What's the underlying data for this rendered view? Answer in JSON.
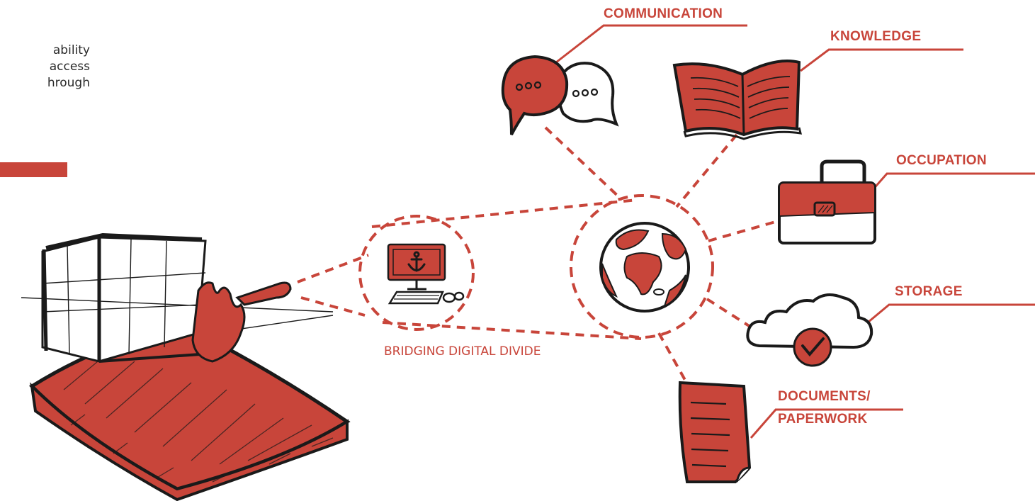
{
  "intro": {
    "lines": [
      "ability",
      "access",
      "hrough"
    ]
  },
  "center_label": "BRIDGING DIGITAL DIVIDE",
  "topics": {
    "communication": "COMMUNICATION",
    "knowledge": "KNOWLEDGE",
    "occupation": "OCCUPATION",
    "storage": "STORAGE",
    "documents_line1": "DOCUMENTS/",
    "documents_line2": "PAPERWORK"
  },
  "colors": {
    "accent": "#c8453a",
    "ink": "#1a1a1a",
    "text": "#2a2a2a"
  }
}
